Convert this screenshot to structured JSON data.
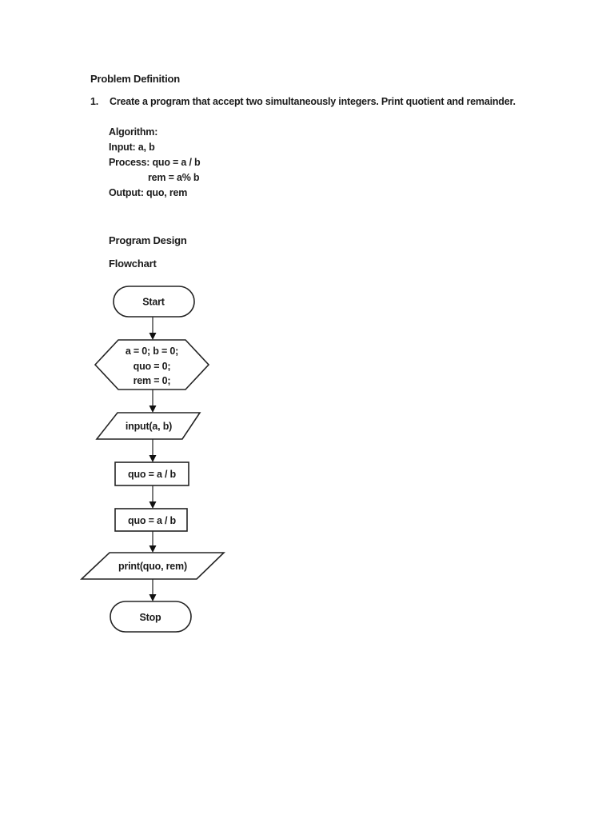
{
  "page": {
    "heading": "Problem Definition",
    "list_item": {
      "number": "1.",
      "text": "Create a program that accept two simultaneously integers. Print quotient and remainder."
    },
    "algorithm": {
      "title": "Algorithm:",
      "input_line": "Input: a, b",
      "process_line": "Process: quo = a / b",
      "process_line2": "rem = a% b",
      "output_line": "Output: quo, rem"
    },
    "program_design_heading": "Program Design",
    "flowchart_heading": "Flowchart"
  },
  "flowchart": {
    "nodes": [
      {
        "type": "terminator",
        "label": "Start"
      },
      {
        "type": "preparation",
        "lines": [
          "a = 0; b = 0;",
          "quo = 0;",
          "rem = 0;"
        ]
      },
      {
        "type": "io",
        "label": "input(a, b)"
      },
      {
        "type": "process",
        "label": "quo = a / b"
      },
      {
        "type": "process",
        "label": "quo = a / b"
      },
      {
        "type": "io",
        "label": "print(quo, rem)"
      },
      {
        "type": "terminator",
        "label": "Stop"
      }
    ]
  },
  "colors": {
    "background": "#ffffff",
    "text": "#1b1b1b",
    "shape_stroke": "#232323"
  }
}
